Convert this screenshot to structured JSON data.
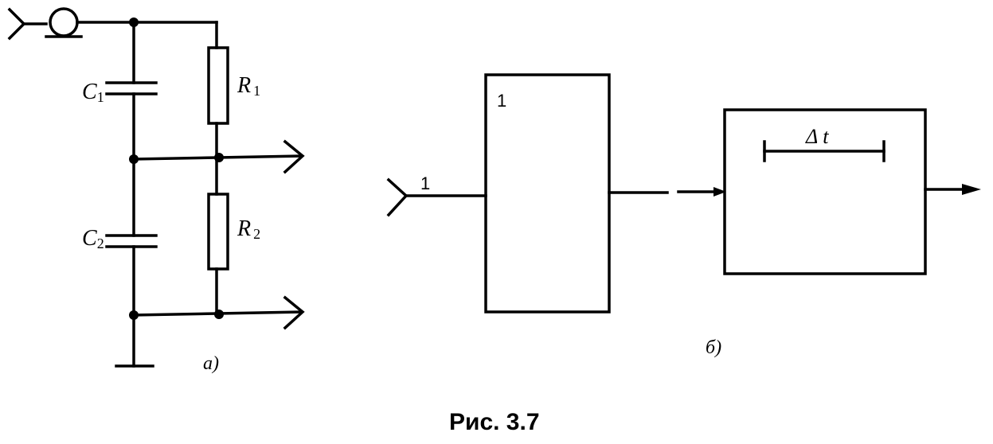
{
  "circuit_a": {
    "c1_letter": "C",
    "c1_index": "1",
    "c2_letter": "C",
    "c2_index": "2",
    "r1_letter": "R",
    "r1_index": "1",
    "r2_letter": "R",
    "r2_index": "2",
    "panel_label": "а)"
  },
  "block_b": {
    "input_label": "1",
    "block1_label": "1",
    "delay_label": "Δ t",
    "panel_label": "б)"
  },
  "figure": {
    "caption": "Рис. 3.7"
  }
}
